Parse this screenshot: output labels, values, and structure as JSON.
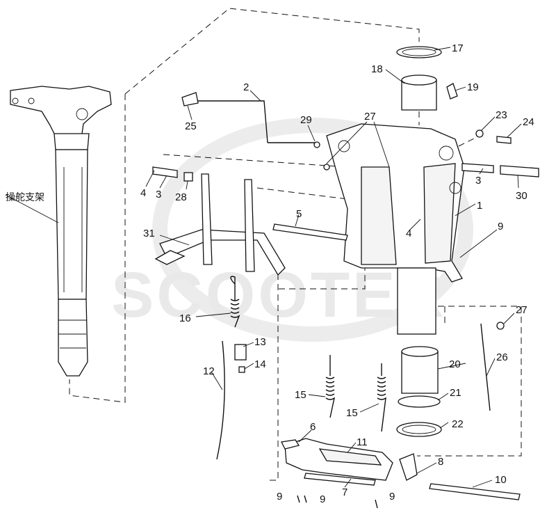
{
  "diagram": {
    "side_label": "操舵支架",
    "watermark": "SCOOTER",
    "labels": [
      {
        "id": "17",
        "text": "17"
      },
      {
        "id": "18",
        "text": "18"
      },
      {
        "id": "19",
        "text": "19"
      },
      {
        "id": "2",
        "text": "2"
      },
      {
        "id": "25",
        "text": "25"
      },
      {
        "id": "29",
        "text": "29"
      },
      {
        "id": "27a",
        "text": "27"
      },
      {
        "id": "23",
        "text": "23"
      },
      {
        "id": "24",
        "text": "24"
      },
      {
        "id": "4a",
        "text": "4"
      },
      {
        "id": "3a",
        "text": "3"
      },
      {
        "id": "28",
        "text": "28"
      },
      {
        "id": "3b",
        "text": "3"
      },
      {
        "id": "30",
        "text": "30"
      },
      {
        "id": "1",
        "text": "1"
      },
      {
        "id": "5",
        "text": "5"
      },
      {
        "id": "4b",
        "text": "4"
      },
      {
        "id": "31",
        "text": "31"
      },
      {
        "id": "9a",
        "text": "9"
      },
      {
        "id": "16",
        "text": "16"
      },
      {
        "id": "27b",
        "text": "27"
      },
      {
        "id": "13",
        "text": "13"
      },
      {
        "id": "14",
        "text": "14"
      },
      {
        "id": "12",
        "text": "12"
      },
      {
        "id": "20",
        "text": "20"
      },
      {
        "id": "26",
        "text": "26"
      },
      {
        "id": "15a",
        "text": "15"
      },
      {
        "id": "15b",
        "text": "15"
      },
      {
        "id": "21",
        "text": "21"
      },
      {
        "id": "6",
        "text": "6"
      },
      {
        "id": "22",
        "text": "22"
      },
      {
        "id": "11",
        "text": "11"
      },
      {
        "id": "8",
        "text": "8"
      },
      {
        "id": "10",
        "text": "10"
      },
      {
        "id": "7",
        "text": "7"
      },
      {
        "id": "9b",
        "text": "9"
      },
      {
        "id": "9c",
        "text": "9"
      },
      {
        "id": "9d",
        "text": "9"
      }
    ]
  }
}
